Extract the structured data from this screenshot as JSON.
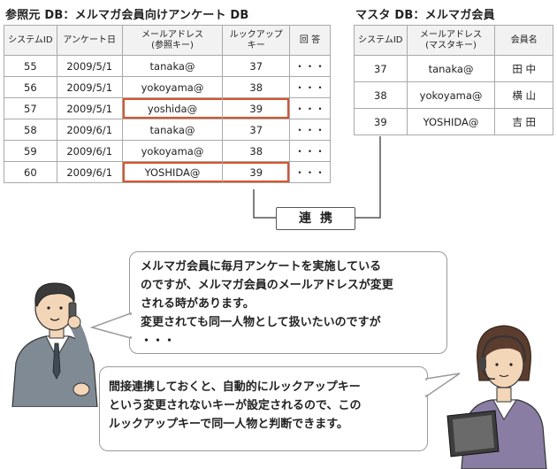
{
  "left_db": {
    "title": "参照元 DB：メルマガ会員向けアンケート DB",
    "headers": [
      "システムID",
      "アンケート日",
      "メールアドレス\n(参照キー)",
      "ルックアップ\nキー",
      "回 答"
    ],
    "rows": [
      [
        "55",
        "2009/5/1",
        "tanaka@",
        "37",
        "・・・"
      ],
      [
        "56",
        "2009/5/1",
        "yokoyama@",
        "38",
        "・・・"
      ],
      [
        "57",
        "2009/5/1",
        "yoshida@",
        "39",
        "・・・"
      ],
      [
        "58",
        "2009/6/1",
        "tanaka@",
        "37",
        "・・・"
      ],
      [
        "59",
        "2009/6/1",
        "yokoyama@",
        "38",
        "・・・"
      ],
      [
        "60",
        "2009/6/1",
        "YOSHIDA@",
        "39",
        "・・・"
      ]
    ],
    "highlighted_rows": [
      "57",
      "60"
    ]
  },
  "right_db": {
    "title": "マスタ DB：メルマガ会員",
    "headers": [
      "システムID",
      "メールアドレス\n(マスタキー)",
      "会員名"
    ],
    "rows": [
      [
        "37",
        "tanaka@",
        "田 中"
      ],
      [
        "38",
        "yokoyama@",
        "横 山"
      ],
      [
        "39",
        "YOSHIDA@",
        "吉 田"
      ]
    ]
  },
  "link_label": "連携",
  "bubble_top": [
    "メルマガ会員に毎月アンケートを実施している",
    "のですが、メルマガ会員のメールアドレスが変更",
    "される時があります。",
    "変更されても同一人物として扱いたいのですが",
    "・・・"
  ],
  "bubble_bottom": [
    "間接連携しておくと、自動的にルックアップキー",
    "という変更されないキーが設定されるので、この",
    "ルックアップキーで同一人物と判断できます。"
  ],
  "colors": {
    "highlight": "#d9542c",
    "border": "#a9a9a9",
    "man_suit": "#7f8a94",
    "woman_suit": "#8a7da3"
  }
}
